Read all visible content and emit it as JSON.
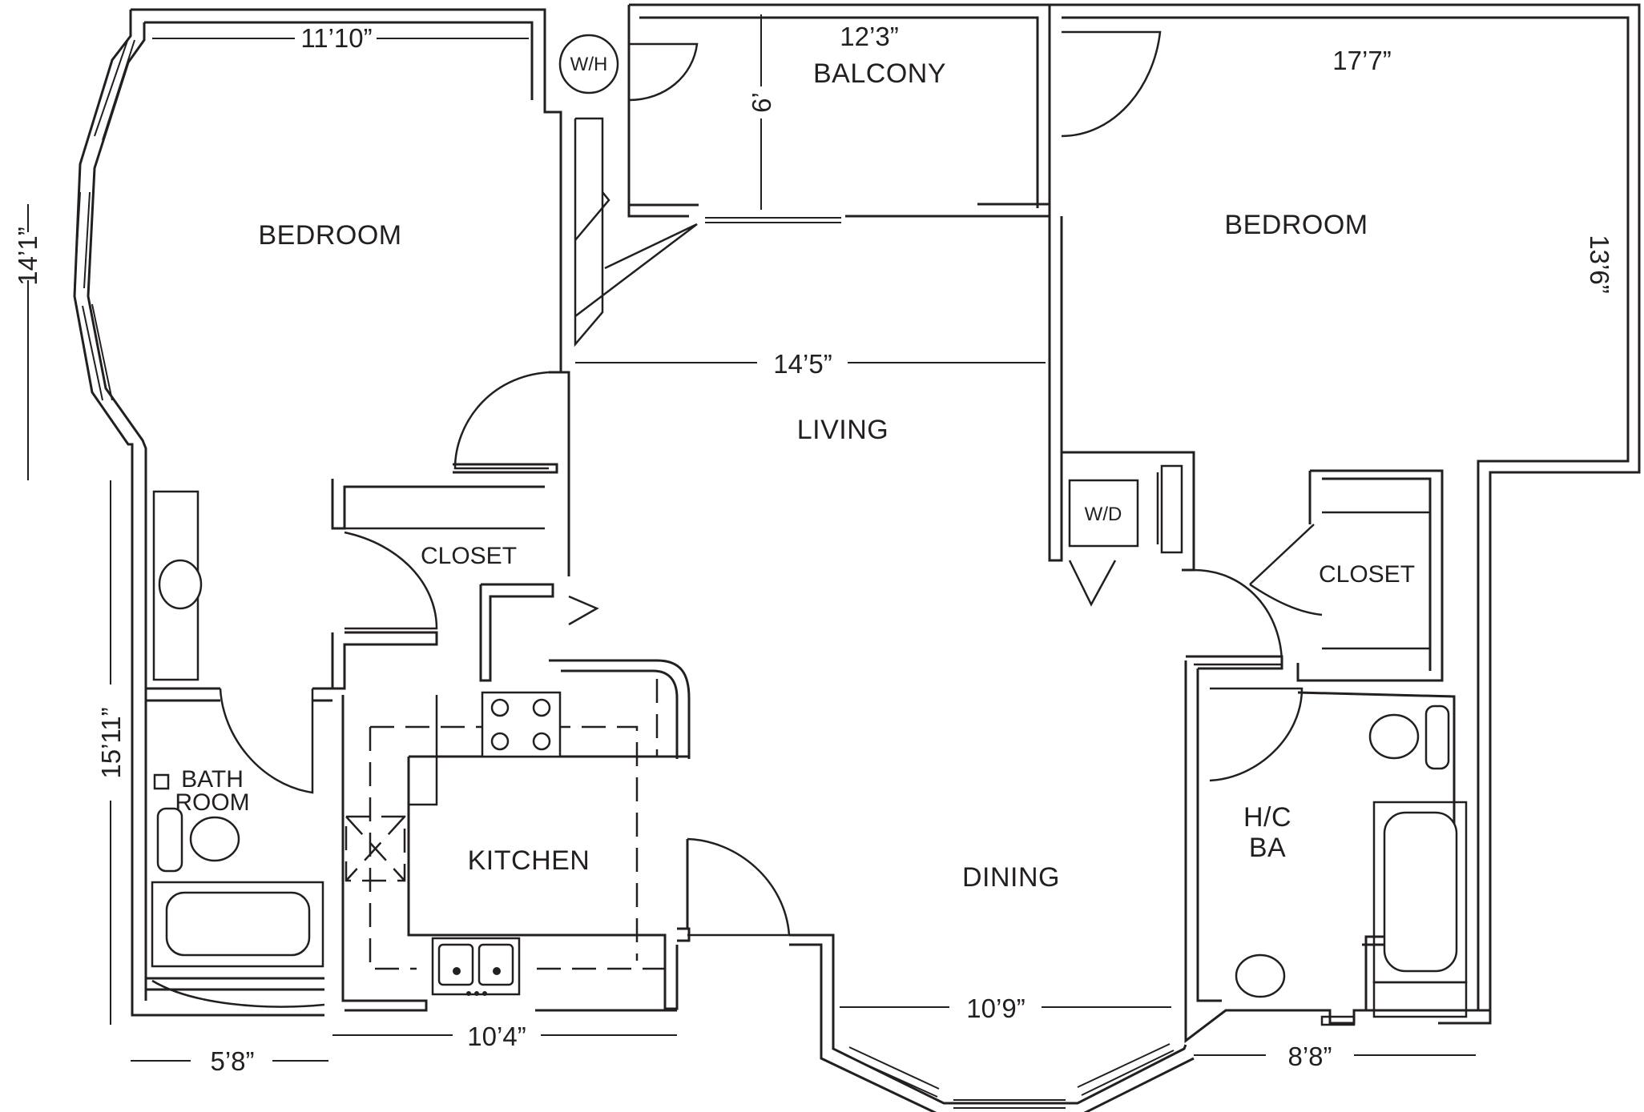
{
  "rooms": {
    "bedroom_left": "BEDROOM",
    "bedroom_right": "BEDROOM",
    "balcony": "BALCONY",
    "living": "LIVING",
    "kitchen": "KITCHEN",
    "dining": "DINING",
    "closet_left": "CLOSET",
    "closet_right": "CLOSET",
    "bath_line1": "BATH",
    "bath_line2": "ROOM",
    "hc_line1": "H/C",
    "hc_line2": "BA"
  },
  "fixtures": {
    "water_heater": "W/H",
    "washer_dryer": "W/D"
  },
  "dimensions": {
    "left_bedroom_width": "11’10”",
    "left_bedroom_depth": "14’1”",
    "balcony_width": "12’3”",
    "balcony_depth": "6’",
    "right_bedroom_width": "17’7”",
    "right_bedroom_depth": "13’6”",
    "living_width": "14’5”",
    "left_wing_depth": "15’11”",
    "bath_width": "5’8”",
    "kitchen_width": "10’4”",
    "dining_width": "10’9”",
    "hc_bath_width": "8’8”"
  }
}
